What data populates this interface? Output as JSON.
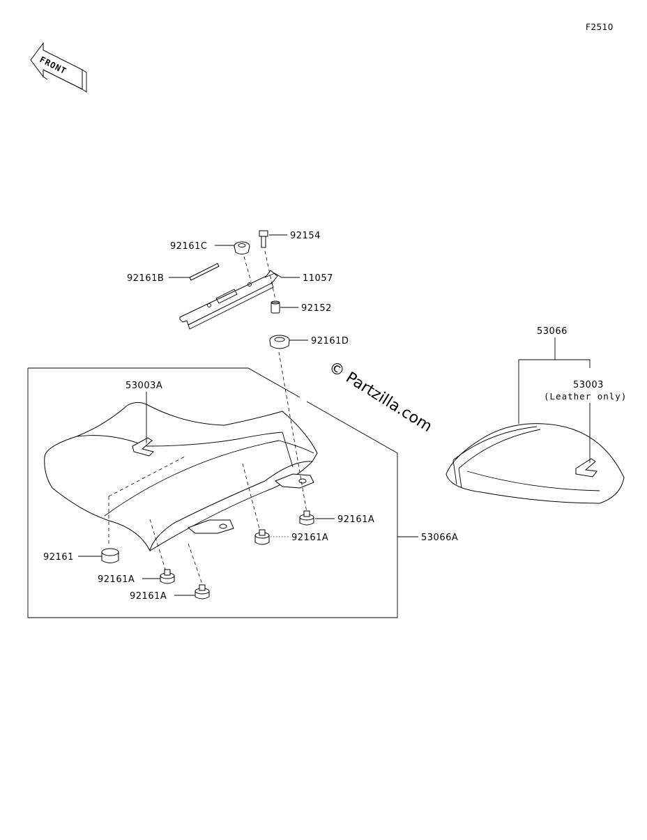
{
  "diagram": {
    "code": "F2510",
    "front_label": "FRONT",
    "watermark": "© Partzilla.com",
    "parts": {
      "p92154": "92154",
      "p92161C": "92161C",
      "p11057": "11057",
      "p92161B": "92161B",
      "p92152": "92152",
      "p92161D": "92161D",
      "p53003A": "53003A",
      "p53066": "53066",
      "p53003": "53003",
      "p53003_note": "(Leather only)",
      "p92161A_1": "92161A",
      "p92161A_2": "92161A",
      "p92161A_3": "92161A",
      "p92161A_4": "92161A",
      "p92161": "92161",
      "p53066A": "53066A"
    }
  }
}
